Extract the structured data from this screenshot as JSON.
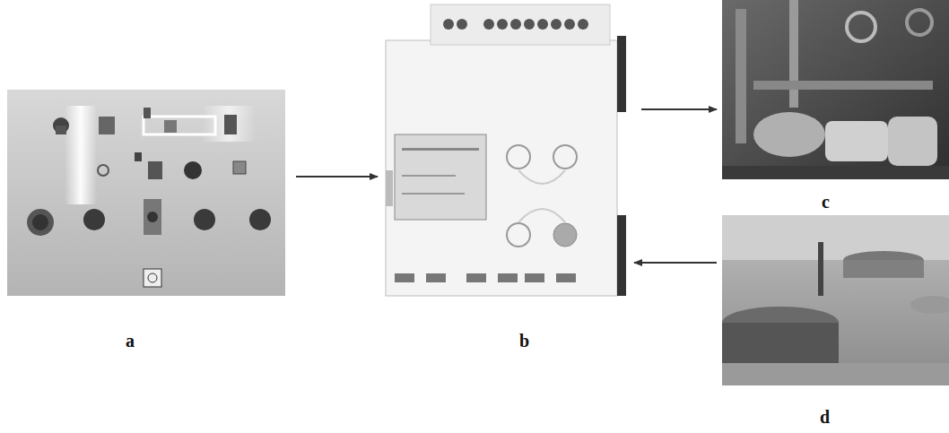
{
  "diagram": {
    "nodes": [
      {
        "text": [
          "a"
        ]
      },
      {
        "text": [
          "b"
        ]
      },
      {
        "text": [
          "c"
        ]
      },
      {
        "text": [
          "d"
        ]
      }
    ],
    "edges": [
      {
        "from": 0,
        "to": 1,
        "arrow": "to"
      },
      {
        "from": 1,
        "to": 2,
        "arrow": "to"
      },
      {
        "from": 3,
        "to": 1,
        "arrow": "to"
      }
    ]
  }
}
